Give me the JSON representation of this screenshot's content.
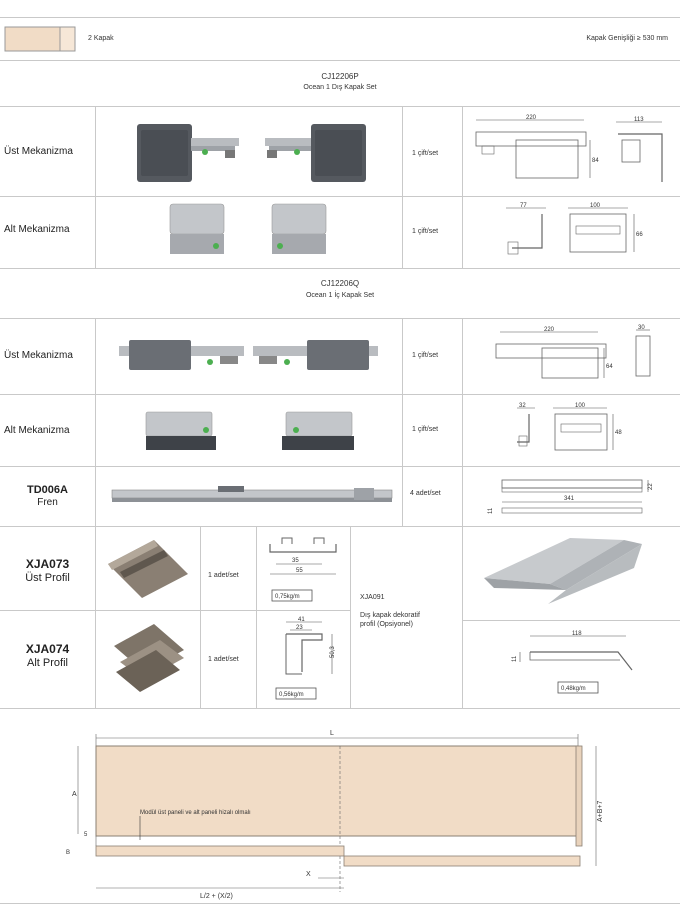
{
  "header": {
    "door_count": "2 Kapak",
    "width_note": "Kapak Genişliği ≥ 530 mm"
  },
  "set1": {
    "code": "CJ12206P",
    "name": "Ocean 1 Dış Kapak Set",
    "rows": [
      {
        "label": "Üst Mekanizma",
        "qty": "1 çift/set",
        "dims": [
          "220",
          "113",
          "84"
        ]
      },
      {
        "label": "Alt Mekanizma",
        "qty": "1 çift/set",
        "dims": [
          "77",
          "100",
          "66"
        ]
      }
    ]
  },
  "set2": {
    "code": "CJ12206Q",
    "name": "Ocean 1 İç Kapak Set",
    "rows": [
      {
        "label": "Üst Mekanizma",
        "qty": "1 çift/set",
        "dims": [
          "220",
          "30",
          "64"
        ]
      },
      {
        "label": "Alt Mekanizma",
        "qty": "1 çift/set",
        "dims": [
          "32",
          "100",
          "48"
        ]
      }
    ]
  },
  "brake": {
    "code": "TD006A",
    "name": "Fren",
    "qty": "4 adet/set",
    "dims": [
      "341",
      "11",
      "22"
    ]
  },
  "profiles": [
    {
      "code": "XJA073",
      "name": "Üst Profil",
      "qty": "1 adet/set",
      "dims": [
        "35",
        "55"
      ],
      "weight": "0,75kg/m"
    },
    {
      "code": "XJA074",
      "name": "Alt Profil",
      "qty": "1 adet/set",
      "dims": [
        "41",
        "23",
        "50,3"
      ],
      "weight": "0,56kg/m"
    }
  ],
  "decorative": {
    "code": "XJA091",
    "desc_line1": "Dış kapak dekoratif",
    "desc_line2": "profil (Opsiyonel)",
    "dims": [
      "118",
      "11"
    ],
    "weight": "0,48kg/m"
  },
  "diagram": {
    "dim_L": "L",
    "dim_A": "A",
    "dim_B": "B",
    "dim_5": "5",
    "dim_right": "A+B+7",
    "dim_X": "X",
    "dim_bottom": "L/2 + (X/2)",
    "note": "Modül üst paneli ve alt paneli hizalı olmalı"
  },
  "colors": {
    "panel": "#f1dcc6",
    "mechanism": "#555a60",
    "aluminium": "#b9bcc0",
    "accent_green": "#4caf50",
    "grid": "#c9c9c9"
  }
}
